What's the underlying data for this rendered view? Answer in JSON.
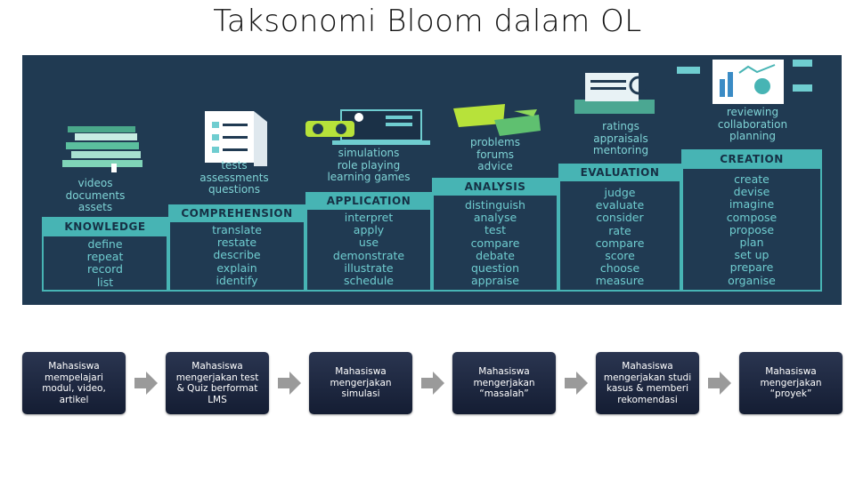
{
  "title": "Taksonomi Bloom dalam OL",
  "colors": {
    "banner_bg": "#203a52",
    "accent": "#47b4b4",
    "text_teal": "#6fcdd0",
    "step_box": "#1b2540"
  },
  "levels": [
    {
      "header": "KNOWLEDGE",
      "tools": [
        "videos",
        "documents",
        "assets"
      ],
      "verbs": [
        "define",
        "repeat",
        "record",
        "list"
      ],
      "icon": "books-icon"
    },
    {
      "header": "COMPREHENSION",
      "tools": [
        "tests",
        "assessments",
        "questions"
      ],
      "verbs": [
        "translate",
        "restate",
        "describe",
        "explain",
        "identify"
      ],
      "icon": "checklist-document-icon"
    },
    {
      "header": "APPLICATION",
      "tools": [
        "simulations",
        "role playing",
        "learning games"
      ],
      "verbs": [
        "interpret",
        "apply",
        "use",
        "demonstrate",
        "illustrate",
        "schedule"
      ],
      "icon": "vr-headset-icon"
    },
    {
      "header": "ANALYSIS",
      "tools": [
        "problems",
        "forums",
        "advice"
      ],
      "verbs": [
        "distinguish",
        "analyse",
        "test",
        "compare",
        "debate",
        "question",
        "appraise"
      ],
      "icon": "chat-bubbles-icon"
    },
    {
      "header": "EVALUATION",
      "tools": [
        "ratings",
        "appraisals",
        "mentoring"
      ],
      "verbs": [
        "judge",
        "evaluate",
        "consider",
        "rate",
        "compare",
        "score",
        "choose",
        "measure"
      ],
      "icon": "magnifier-document-icon"
    },
    {
      "header": "CREATION",
      "tools": [
        "reviewing",
        "collaboration",
        "planning"
      ],
      "verbs": [
        "create",
        "devise",
        "imagine",
        "compose",
        "propose",
        "plan",
        "set up",
        "prepare",
        "organise"
      ],
      "icon": "dashboard-chart-icon"
    }
  ],
  "steps": [
    "Mahasiswa mempelajari modul, video, artikel",
    "Mahasiswa mengerjakan test & Quiz berformat LMS",
    "Mahasiswa mengerjakan simulasi",
    "Mahasiswa mengerjakan “masalah”",
    "Mahasiswa mengerjakan studi kasus & memberi rekomendasi",
    "Mahasiswa mengerjakan “proyek”"
  ]
}
